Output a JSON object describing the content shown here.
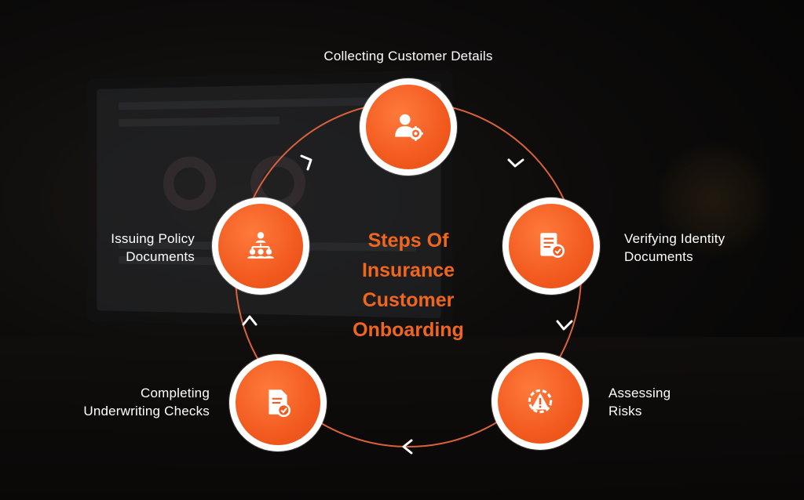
{
  "title": "Steps Of Insurance Customer Onboarding",
  "steps": [
    {
      "label_line1": "Collecting Customer Details",
      "label_line2": "",
      "icon": "user-gear-icon"
    },
    {
      "label_line1": "Verifying Identity",
      "label_line2": "Documents",
      "icon": "document-gear-icon"
    },
    {
      "label_line1": "Assessing",
      "label_line2": "Risks",
      "icon": "warning-gear-icon"
    },
    {
      "label_line1": "Completing",
      "label_line2": "Underwriting Checks",
      "icon": "document-check-icon"
    },
    {
      "label_line1": "Issuing Policy",
      "label_line2": "Documents",
      "icon": "people-network-icon"
    }
  ],
  "colors": {
    "accent": "#f25a1f",
    "title": "#f0661f",
    "ring": "#e0663a",
    "text": "#ffffff"
  }
}
